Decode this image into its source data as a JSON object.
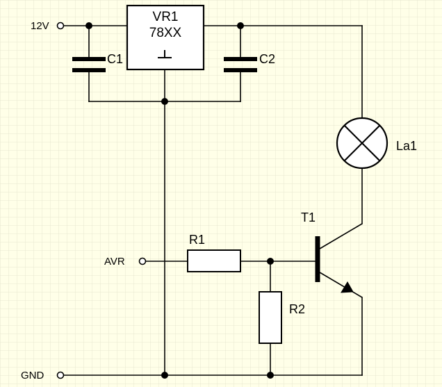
{
  "ports": {
    "vin": "12V",
    "avr": "AVR",
    "gnd": "GND"
  },
  "components": {
    "regulator": {
      "ref": "VR1",
      "value": "78XX"
    },
    "c1": "C1",
    "c2": "C2",
    "lamp": "La1",
    "transistor": "T1",
    "r1": "R1",
    "r2": "R2"
  },
  "colors": {
    "background": "#ffffe8",
    "grid": "#e7e7cf",
    "wire": "#000000"
  }
}
